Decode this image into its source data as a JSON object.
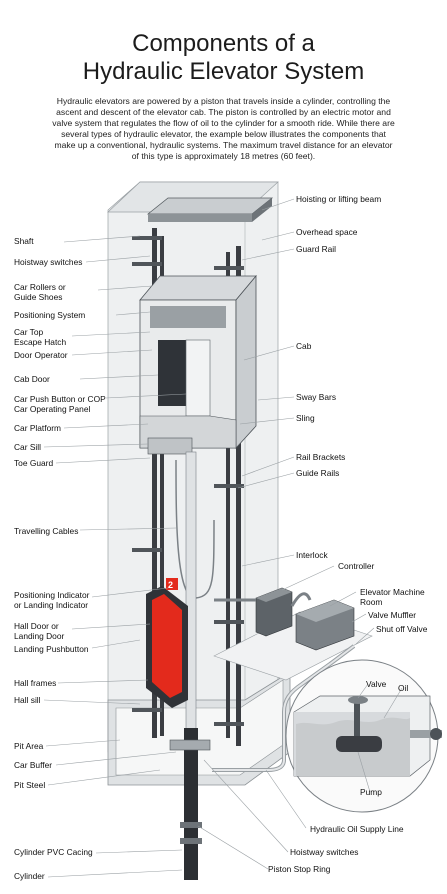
{
  "title_line1": "Components of a",
  "title_line2": "Hydraulic Elevator System",
  "intro": "Hydraulic elevators are powered by a piston that travels inside a cylinder, controlling the ascent and descent of the elevator cab. The piston is controlled by an electric motor and valve system that regulates the flow of oil to the cylinder for a smooth ride. While there are several types of hydraulic elevator, the example below illustrates the components that make up a conventional, hydraulic systems. The maximum travel distance for an elevator of this type is approximately 18 metres (60 feet).",
  "left_labels": [
    {
      "id": "shaft",
      "text": "Shaft"
    },
    {
      "id": "hoistway-switches-top",
      "text": "Hoistway switches"
    },
    {
      "id": "car-rollers-1",
      "text": "Car Rollers or"
    },
    {
      "id": "car-rollers-2",
      "text": "Guide Shoes"
    },
    {
      "id": "positioning-system",
      "text": "Positioning System"
    },
    {
      "id": "car-top-1",
      "text": "Car Top"
    },
    {
      "id": "car-top-2",
      "text": "Escape Hatch"
    },
    {
      "id": "door-operator",
      "text": "Door Operator"
    },
    {
      "id": "cab-door",
      "text": "Cab Door"
    },
    {
      "id": "car-push-1",
      "text": "Car Push Button or COP"
    },
    {
      "id": "car-push-2",
      "text": "Car Operating Panel"
    },
    {
      "id": "car-platform",
      "text": "Car Platform"
    },
    {
      "id": "car-sill",
      "text": "Car Sill"
    },
    {
      "id": "toe-guard",
      "text": "Toe Guard"
    },
    {
      "id": "travelling-cables",
      "text": "Travelling Cables"
    },
    {
      "id": "positioning-indicator-1",
      "text": "Positioning Indicator"
    },
    {
      "id": "positioning-indicator-2",
      "text": "or Landing Indicator"
    },
    {
      "id": "hall-door-1",
      "text": "Hall Door or"
    },
    {
      "id": "hall-door-2",
      "text": "Landing Door"
    },
    {
      "id": "landing-pushbutton",
      "text": "Landing Pushbutton"
    },
    {
      "id": "hall-frames",
      "text": "Hall frames"
    },
    {
      "id": "hall-sill",
      "text": "Hall sill"
    },
    {
      "id": "pit-area",
      "text": "Pit Area"
    },
    {
      "id": "car-buffer",
      "text": "Car Buffer"
    },
    {
      "id": "pit-steel",
      "text": "Pit Steel"
    },
    {
      "id": "cylinder-pvc",
      "text": "Cylinder PVC Cacing"
    },
    {
      "id": "cylinder",
      "text": "Cylinder"
    }
  ],
  "right_labels": [
    {
      "id": "hoisting-beam",
      "text": "Hoisting or lifting beam"
    },
    {
      "id": "overhead-space",
      "text": "Overhead space"
    },
    {
      "id": "guard-rail",
      "text": "Guard Rail"
    },
    {
      "id": "cab",
      "text": "Cab"
    },
    {
      "id": "sway-bars",
      "text": "Sway Bars"
    },
    {
      "id": "sling",
      "text": "Sling"
    },
    {
      "id": "rail-brackets",
      "text": "Rail Brackets"
    },
    {
      "id": "guide-rails",
      "text": "Guide Rails"
    },
    {
      "id": "interlock",
      "text": "Interlock"
    },
    {
      "id": "controller",
      "text": "Controller"
    },
    {
      "id": "machine-room-1",
      "text": "Elevator Machine"
    },
    {
      "id": "machine-room-2",
      "text": "Room"
    },
    {
      "id": "valve-muffler",
      "text": "Valve Muffler"
    },
    {
      "id": "shut-off-valve",
      "text": "Shut off Valve"
    },
    {
      "id": "valve",
      "text": "Valve"
    },
    {
      "id": "oil",
      "text": "Oil"
    },
    {
      "id": "pump",
      "text": "Pump"
    },
    {
      "id": "oil-supply-line",
      "text": "Hydraulic Oil Supply Line"
    },
    {
      "id": "hoistway-switches-bottom",
      "text": "Hoistway switches"
    },
    {
      "id": "piston-stop-ring",
      "text": "Piston Stop Ring"
    }
  ],
  "indicator_number": "2",
  "colors": {
    "door_red": "#e32a1c",
    "rail_dark": "#3a3d42",
    "shaft_fill": "#eceeef",
    "oil": "#c8cbcd"
  }
}
